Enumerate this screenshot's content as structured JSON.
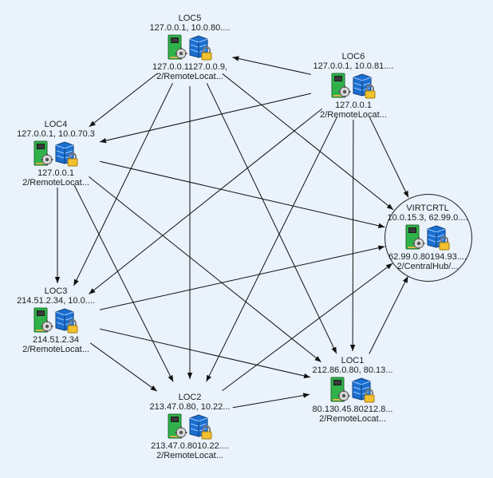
{
  "nodes": {
    "loc5": {
      "name": "LOC5",
      "address_line": "127.0.0.1, 10.0.80....",
      "ip_line": "127.0.0.1127.0.0.9,",
      "path_line": "2/RemoteLocat..."
    },
    "loc6": {
      "name": "LOC6",
      "address_line": "127.0.0.1, 10.0.81....",
      "ip_line": "127.0.0.1",
      "path_line": "2/RemoteLocat..."
    },
    "loc4": {
      "name": "LOC4",
      "address_line": "127.0.0.1, 10.0.70.3",
      "ip_line": "127.0.0.1",
      "path_line": "2/RemoteLocat..."
    },
    "virtcrtl": {
      "name": "VIRTCRTL",
      "address_line": "10.0.15.3, 62.99.0....",
      "ip_line": "62.99.0.80194.93....",
      "path_line": "2/CentralHub/..."
    },
    "loc3": {
      "name": "LOC3",
      "address_line": "214.51.2.34, 10.0....",
      "ip_line": "214.51.2.34",
      "path_line": "2/RemoteLocat..."
    },
    "loc1": {
      "name": "LOC1",
      "address_line": "212.86.0.80, 80.13...",
      "ip_line": "80.130.45.80212.8...",
      "path_line": "2/RemoteLocat..."
    },
    "loc2": {
      "name": "LOC2",
      "address_line": "213.47.0.80, 10.22...",
      "ip_line": "213.47.0.8010.22....",
      "path_line": "2/RemoteLocat..."
    }
  },
  "edges": [
    {
      "from": "loc6",
      "to": "loc5"
    },
    {
      "from": "loc6",
      "to": "loc4"
    },
    {
      "from": "loc6",
      "to": "virtcrtl"
    },
    {
      "from": "loc6",
      "to": "loc3"
    },
    {
      "from": "loc6",
      "to": "loc2"
    },
    {
      "from": "loc6",
      "to": "loc1"
    },
    {
      "from": "loc5",
      "to": "loc4"
    },
    {
      "from": "loc5",
      "to": "virtcrtl"
    },
    {
      "from": "loc5",
      "to": "loc3"
    },
    {
      "from": "loc5",
      "to": "loc2"
    },
    {
      "from": "loc5",
      "to": "loc1"
    },
    {
      "from": "loc4",
      "to": "virtcrtl"
    },
    {
      "from": "loc4",
      "to": "loc3"
    },
    {
      "from": "loc4",
      "to": "loc2"
    },
    {
      "from": "loc4",
      "to": "loc1"
    },
    {
      "from": "loc3",
      "to": "virtcrtl"
    },
    {
      "from": "loc3",
      "to": "loc2"
    },
    {
      "from": "loc3",
      "to": "loc1"
    },
    {
      "from": "loc2",
      "to": "virtcrtl"
    },
    {
      "from": "loc2",
      "to": "loc1"
    },
    {
      "from": "loc1",
      "to": "virtcrtl"
    }
  ],
  "colors": {
    "background": "#eaf2fb",
    "edge": "#111111",
    "card_green": "#2fb24a",
    "server_blue": "#1b6fd0",
    "lock_gold": "#f2c12e"
  },
  "icons": [
    "network-card-icon",
    "gear-icon",
    "server-stack-icon",
    "padlock-icon"
  ]
}
